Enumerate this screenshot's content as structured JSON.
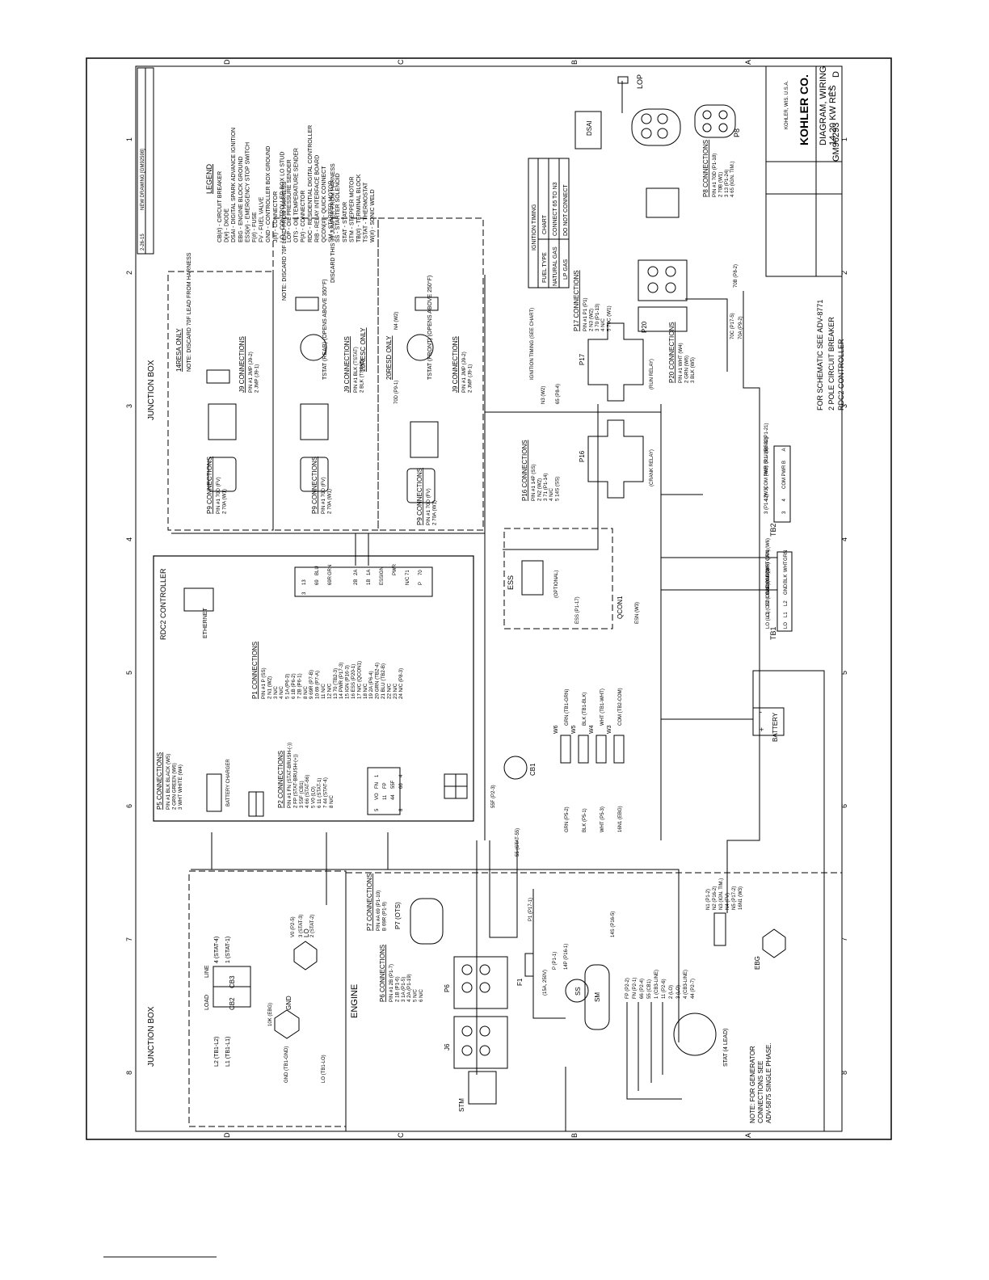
{
  "title_block": {
    "company": "KOHLER CO.",
    "location": "KOHLER, WIS. U.S.A.",
    "title_line1": "DIAGRAM, WIRING",
    "title_line2": "14-20 KW RES",
    "drawing_number": "GM96293",
    "revision": "D",
    "sheet": "1-2",
    "rev_history": "NEW DRAWING [GM92598]",
    "rev_date": "2-26-15"
  },
  "schematic_note": "FOR SCHEMATIC SEE ADV-8771",
  "subtitle_line1": "2 POLE CIRCUIT BREAKER",
  "subtitle_line2": "RDC2 CONTROLLER",
  "generator_note_line1": "NOTE: FOR GENERATOR",
  "generator_note_line2": "CONNECTIONS SEE",
  "generator_note_line3": "ADV-5875 SINGLE PHASE.",
  "legend": {
    "title": "LEGEND",
    "items": [
      "CB(#) - CIRCUIT BREAKER",
      "D(#) - DIODE",
      "DSAI - DIGITAL SPARK ADVANCE IGNITION",
      "EBG - ENGINE BLOCK GROUND",
      "ESS(#) - EMERGENCY STOP SWITCH",
      "F(#) - FUSE",
      "FV - FUEL VALVE",
      "GND - CONTROLLER BOX GROUND",
      "J(#) - CONNECTOR",
      "LO - CONTROLLER BOX LO STUD",
      "LOP - OIL PRESSURE SENDER",
      "OTS - OIL TEMPERATURE SENDER",
      "P(#) - CONNECTOR",
      "RDC - RESIDENTIAL DIGITAL CONTROLLER",
      "RIB - RELAY INTERFACE BOARD",
      "QCON(#) - QUICK CONNECT",
      "SM - STARTER MOTOR",
      "SS - STARTER SOLENOID",
      "STAT - STATOR",
      "STM - STEPPER MOTOR",
      "TB(#) - TERMINAL BLOCK",
      "TSTAT - THERMOSTAT",
      "W(#) - SONIC WELD"
    ]
  },
  "ignition_timing": {
    "title": "IGNITION TIMING",
    "headers": [
      "FUEL TYPE",
      "CHART"
    ],
    "rows": [
      [
        "NATURAL GAS",
        "CONNECT 65 TO N3"
      ],
      [
        "LP GAS",
        "DO NOT CONNECT"
      ]
    ]
  },
  "labels": {
    "junction_box_top": "JUNCTION BOX",
    "junction_box_bottom": "JUNCTION BOX",
    "engine": "ENGINE",
    "rdc2": "RDC2 CONTROLLER",
    "ethernet": "ETHERNET",
    "battery": "BATTERY",
    "battery_charger": "BATTERY CHARGER",
    "dsai": "DSAI",
    "lop": "LOP",
    "ess": "ESS",
    "qcon1": "QCON1",
    "cb1": "CB1",
    "tb1": "TB1",
    "tb2": "TB2",
    "ebg": "EBG",
    "stm": "STM",
    "stat": "STAT (4 LEAD)",
    "sm": "SM",
    "ss": "SS",
    "gnd": "GND",
    "lo": "LO",
    "f1": "F1",
    "f1_rating": "(15A, 250V)",
    "p8": "P8",
    "p6_label": "P6",
    "p7_label": "P7 (OTS)",
    "j6_label": "J6",
    "p16_label": "P16",
    "p17_label": "P17",
    "p20_label": "P20",
    "crank_relay": "(CRANK RELAY)",
    "run_relay": "(RUN RELAY)",
    "optional": "(OPTIONAL)",
    "ignition_timing_chart": "IGNITION TIMING (SEE CHART)"
  },
  "fv_sections": [
    {
      "title": "14RESA ONLY",
      "note": "NOTE: DISCARD 70F LEAD FROM HARNESS"
    },
    {
      "title": "20RESC ONLY",
      "note": "NOTE: DISCARD 70F LEAD FROM HARNESS",
      "note2": "DISCARD THIS J9 JUMPER FROM HARNESS",
      "tstat": "TSTAT (REAR) (OPENS ABOVE 350°F)"
    },
    {
      "title": "20RESD ONLY",
      "tstat": "TSTAT (FRONT) (OPENS ABOVE 250°F)"
    }
  ],
  "connection_tables": {
    "p1": {
      "title": "P1 CONNECTIONS",
      "rows": [
        "PIN #1  P    (SS)",
        "2  N1   (W2)",
        "3  N/C",
        "4  N/C",
        "5  1A   (P6-3)",
        "6  1B   (P6-2)",
        "7  2B   (P6-1)",
        "8  N/C",
        "9  69R  (P7-B)",
        "10 69   (P7-A)",
        "11 N/C",
        "12 N/C",
        "13 70   (TB2-3)",
        "14 PWR  (P17-3)",
        "15 IGN  (P16-3)",
        "16 ESS  (P20-1)",
        "17 N/C  (QCON1)",
        "18 N/C",
        "19 2A   (P6-4)",
        "20 GRN  (TB2-4)",
        "21 BLU  (TB2-B)",
        "22 N/C",
        "23 N/C",
        "24 N/C  (P8-3)"
      ]
    },
    "p2": {
      "title": "P2 CONNECTIONS",
      "rows": [
        "PIN #1  FN   (STAT-BRUSH-(-))",
        "2  FP   (STAT-BRUSH-(+))",
        "3  55F  (CB1)",
        "4  66   (STAT-66)",
        "5  V0   (LO)",
        "6  11   (STAT-1)",
        "7  44   (STAT-4)",
        "8  N/C"
      ]
    },
    "p5": {
      "title": "P5 CONNECTIONS",
      "rows": [
        "PIN #1  BLK  BLACK (W5)",
        "2  GRN  GREEN (W6)",
        "3  WHT  WHITE (W4)"
      ]
    },
    "p6": {
      "title": "P6 CONNECTIONS",
      "rows": [
        "PIN #1  2B  (P1-7)",
        "2  1B  (P1-6)",
        "3  1A  (P1-5)",
        "4  2A  (P1-19)",
        "5  N/C",
        "6  N/C"
      ]
    },
    "p7": {
      "title": "P7 CONNECTIONS",
      "rows": [
        "PIN #A  69   (P1-10)",
        "B  69R  (P1-9)"
      ]
    },
    "p8": {
      "title": "P8 CONNECTIONS",
      "rows": [
        "PIN #1  70D  (P1-18)",
        "2  70B  (W1)",
        "3  13   (P1-24)",
        "4  65   (IGN. TIM.)"
      ]
    },
    "p9a": {
      "title": "P9 CONNECTIONS",
      "rows": [
        "PIN #1  70D  (FV)",
        "2  70A  (W1)"
      ]
    },
    "p9b": {
      "title": "P9 CONNECTIONS",
      "rows": [
        "PIN #1  70D  (FV)",
        "2  70A  (W1)"
      ]
    },
    "p9c": {
      "title": "P9 CONNECTIONS",
      "rows": [
        "PIN #1  70D  (FV)",
        "2  70A  (W1)"
      ]
    },
    "j9a": {
      "title": "J9 CONNECTIONS",
      "rows": [
        "PIN #1  JMP  (J9-2)",
        "2  JMP  (J9-1)"
      ]
    },
    "j9b": {
      "title": "J9 CONNECTIONS",
      "rows": [
        "PIN #1  BLK  (TSTAT)",
        "2  BLK  (TSTAT)"
      ]
    },
    "j9c": {
      "title": "J9 CONNECTIONS",
      "rows": [
        "PIN #1  JMP  (J9-2)",
        "2  JMP  (J9-1)"
      ]
    },
    "p16": {
      "title": "P16 CONNECTIONS",
      "rows": [
        "PIN #1  14P  (SS)",
        "2  N2   (W2)",
        "3  71   (P1-14)",
        "4  N/C",
        "5  14S  (SS)"
      ]
    },
    "p17": {
      "title": "P17 CONNECTIONS",
      "rows": [
        "PIN #1  P1   (P1)",
        "2  N3   (W2)",
        "3  70   (P1-13)",
        "4  N/C",
        "5  70C  (W1)"
      ]
    },
    "p20": {
      "title": "P20 CONNECTIONS",
      "rows": [
        "PIN #1  WHT  (W4)",
        "2  GRN  (W6)",
        "3  BLK  (W5)"
      ]
    }
  },
  "p1_header": {
    "rows": [
      [
        "3",
        "13",
        ""
      ],
      [
        "",
        "69",
        "BLU"
      ],
      [
        "",
        "69R",
        "GRN"
      ],
      [
        "",
        "",
        ""
      ],
      [
        "",
        "2B",
        "2A"
      ],
      [
        "",
        "1B",
        "1A"
      ],
      [
        "",
        "ESS",
        "IGN"
      ],
      [
        "",
        "",
        "PWR"
      ],
      [
        "",
        "N/C",
        "71"
      ],
      [
        "",
        "P",
        "70"
      ]
    ]
  },
  "p2_header": {
    "rows": [
      [
        "5",
        "VO",
        "FN",
        "1"
      ],
      [
        "",
        "11",
        "FP",
        ""
      ],
      [
        "",
        "44",
        "55F",
        ""
      ],
      [
        "8",
        "",
        "66",
        "4"
      ]
    ]
  },
  "tb1": {
    "terminals": [
      {
        "term": "LO",
        "wire": "LO (LO)"
      },
      {
        "term": "L1",
        "wire": "L1 (CB2-LOAD)"
      },
      {
        "term": "L2",
        "wire": "L2 (CB2-LOAD)"
      },
      {
        "term": "GND",
        "wire": "GND (GND)"
      },
      {
        "term": "BLK",
        "wire": "BLK (W5)"
      },
      {
        "term": "WHT",
        "wire": "WHT (W4)"
      },
      {
        "term": "GRN",
        "wire": "GRN (W6)"
      }
    ]
  },
  "tb2": {
    "terminals": [
      {
        "term": "3",
        "wire": "3 (P1-12)"
      },
      {
        "term": "4",
        "wire": "4 (W3)"
      },
      {
        "term": "COM",
        "wire": "COM (W3)"
      },
      {
        "term": "PWR",
        "wire": "PWR (P1-15)"
      },
      {
        "term": "B",
        "wire": "BLU (P1-22)"
      },
      {
        "term": "A",
        "wire": "GRN (P1-21)"
      }
    ]
  },
  "welds": [
    {
      "name": "W6",
      "left": "GRN (P5-2)",
      "right": "GRN (TB1-GRN)",
      "right2": "GRN (P20-2)"
    },
    {
      "name": "W5",
      "left": "BLK (P5-1)",
      "right": "BLK (TB1-BLK)",
      "right2": "BLK (P20-3)"
    },
    {
      "name": "W4",
      "left": "WHT (P5-3)",
      "right": "WHT (TB1-WHT)",
      "right2": "WHT (P20-1)"
    },
    {
      "name": "W3",
      "left": "16N1 (EBG)",
      "right": "COM (TB2-COM)",
      "right2": "ESN (QCON1)"
    }
  ],
  "w2_wires": [
    "N1 (P1-2)",
    "N2 (P16-2)",
    "N3 (IGN. TIM.)",
    "N4 (FV)",
    "N5 (P17-2)",
    "16N1 (W3)"
  ],
  "cb_labels": {
    "cb3": "CB3",
    "cb2": "CB2",
    "load": "LOAD",
    "line": "LINE",
    "l2": "L2 (TB1-L2)",
    "l1": "L1 (TB1-L1)",
    "stat4": "4 (STAT-4)",
    "stat1": "1 (STAT-1)"
  },
  "zone_numbers": [
    "8",
    "7",
    "6",
    "5",
    "4",
    "3",
    "2",
    "1"
  ],
  "zone_letters": [
    "D",
    "C",
    "B",
    "A"
  ],
  "stator_wires": [
    "FP (P2-2)",
    "FN (P2-1)",
    "66 (P2-4)",
    "55 (CB1)",
    "1 (CB3-LINE)",
    "11 (P2-6)",
    "2 (LO)",
    "3 (LO)",
    "4 (CB3-LINE)",
    "44 (P2-7)"
  ],
  "misc_wires": {
    "f1_left": "P1 (P17-1)",
    "p_p1": "P (P1-1)",
    "p14": "14P (P16-1)",
    "p14s": "14S (P16-5)",
    "cb1_top": "55F (P2-3)",
    "cb1_bottom": "55 (STAT-55)",
    "gnd_ebg": "10K (EBG)",
    "gnd_tb1": "GND (TB1-GND)",
    "lo_tb1": "LO (TB1-LO)",
    "vo": "V0 (P2-5)",
    "lo_stat3": "3 (STAT-3)",
    "lo_stat2": "2 (STAT-2)",
    "ess_p1": "ESS (P1-17)",
    "esn": "ESN (W3)",
    "w1_70c": "70C (P17-5)",
    "w1_70a": "70A (P9-2)",
    "w1_70b": "70B (P8-2)",
    "ign_n3": "N3 (W2)",
    "ign_65": "65 (P8-4)",
    "tb2_note": "N4 (W2)",
    "p9_70d": "70D (P9-1)"
  }
}
